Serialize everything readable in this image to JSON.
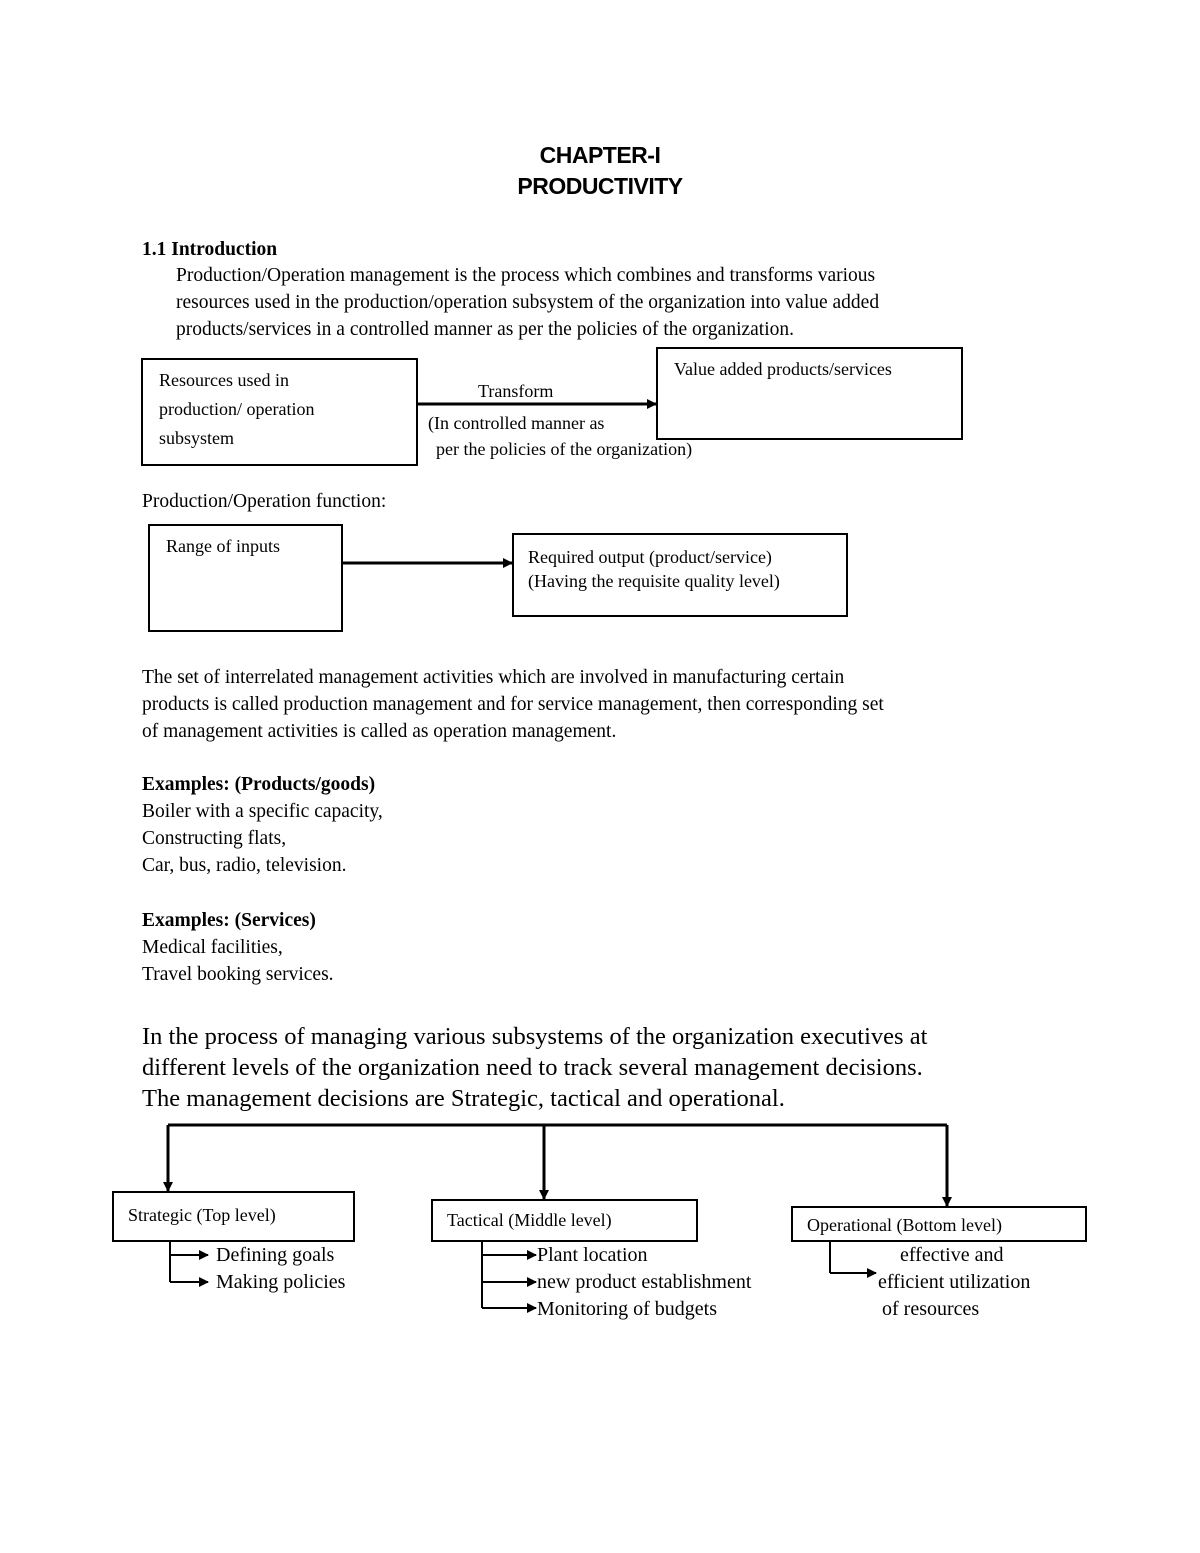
{
  "header": {
    "chapter": "CHAPTER-I",
    "title": "PRODUCTIVITY"
  },
  "intro": {
    "heading": "1.1 Introduction",
    "lines": [
      "Production/Operation management is the process which combines and transforms various",
      "resources used in the production/operation subsystem of the organization into value added",
      "products/services in a controlled manner as per the policies of the organization."
    ]
  },
  "diagram1": {
    "input_lines": [
      "Resources used in",
      "production/ operation",
      "subsystem"
    ],
    "arrow_label": "Transform",
    "arrow_note_lines": [
      "(In controlled manner as",
      "per the policies of the organization)"
    ],
    "output_label": "Value added products/services"
  },
  "function": {
    "heading": "Production/Operation function:",
    "input_label": "Range of inputs",
    "output_lines": [
      "Required output (product/service)",
      "(Having the requisite quality level)"
    ]
  },
  "paragraph": {
    "lines": [
      "The set of interrelated management activities which are involved in manufacturing certain",
      "products is called production management and for service management, then corresponding set",
      "of management activities is called as operation management."
    ]
  },
  "examples_products": {
    "heading": "Examples: (Products/goods)",
    "items": [
      "Boiler with a specific capacity,",
      "Constructing flats,",
      "Car, bus, radio, television."
    ]
  },
  "examples_services": {
    "heading": "Examples: (Services)",
    "items": [
      "Medical facilities,",
      "Travel booking services."
    ]
  },
  "decisions": {
    "lines": [
      "In the process of managing various subsystems of the organization executives at",
      "different levels of the organization need to track several management decisions.",
      "The management decisions are Strategic, tactical and operational."
    ]
  },
  "levels": {
    "strategic": {
      "label": "Strategic (Top level)",
      "items": [
        "Defining goals",
        "Making policies"
      ]
    },
    "tactical": {
      "label": "Tactical (Middle level)",
      "items": [
        "Plant location",
        "new product establishment",
        "Monitoring of budgets"
      ]
    },
    "operational": {
      "label": "Operational (Bottom level)",
      "items": [
        "effective and",
        "efficient utilization",
        "of resources"
      ]
    }
  }
}
